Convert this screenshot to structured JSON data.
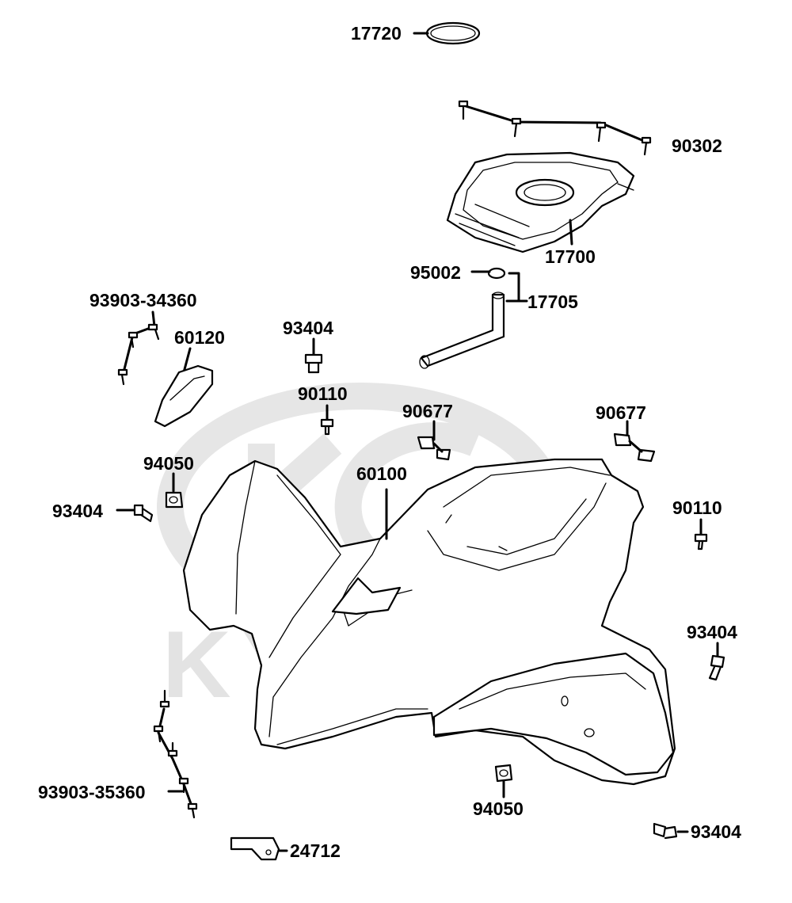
{
  "watermark": {
    "brand": "KYMCO",
    "color": "#e3e3e3"
  },
  "callouts": [
    {
      "id": "p17720",
      "number": "17720"
    },
    {
      "id": "p90302",
      "number": "90302"
    },
    {
      "id": "p17700",
      "number": "17700"
    },
    {
      "id": "p95002",
      "number": "95002"
    },
    {
      "id": "p17705",
      "number": "17705"
    },
    {
      "id": "p93903a",
      "number": "93903-34360"
    },
    {
      "id": "p60120",
      "number": "60120"
    },
    {
      "id": "p93404a",
      "number": "93404"
    },
    {
      "id": "p90110a",
      "number": "90110"
    },
    {
      "id": "p90677a",
      "number": "90677"
    },
    {
      "id": "p90677b",
      "number": "90677"
    },
    {
      "id": "p94050a",
      "number": "94050"
    },
    {
      "id": "p60100",
      "number": "60100"
    },
    {
      "id": "p93404b",
      "number": "93404"
    },
    {
      "id": "p90110b",
      "number": "90110"
    },
    {
      "id": "p93404c",
      "number": "93404"
    },
    {
      "id": "p93903b",
      "number": "93903-35360"
    },
    {
      "id": "p94050b",
      "number": "94050"
    },
    {
      "id": "p93404d",
      "number": "93404"
    },
    {
      "id": "p24712",
      "number": "24712"
    }
  ]
}
